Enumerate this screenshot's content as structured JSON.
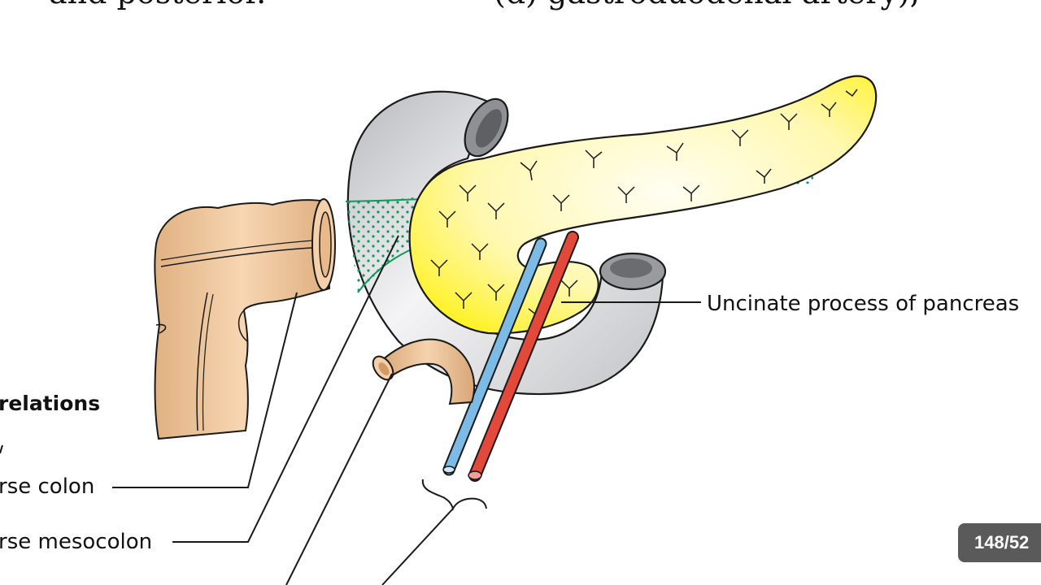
{
  "slide": {
    "top_text_left": "and posterior.",
    "top_text_right": "(d) gastroduodenal artery),",
    "heading_fragment": "relations",
    "label_transverse_colon": "rse colon",
    "label_transverse_mesocolon": "rse mesocolon",
    "label_uncinate": "Uncinate process of pancreas",
    "page_indicator": "148/52"
  },
  "colors": {
    "pancreas_fill": "#fff200",
    "pancreas_inner": "#fffbd8",
    "duodenum": "#d4d5d8",
    "colon": "#e5b98a",
    "vein": "#7cbbe6",
    "artery": "#e3493a",
    "mesocolon_line": "#0c9a5c"
  }
}
